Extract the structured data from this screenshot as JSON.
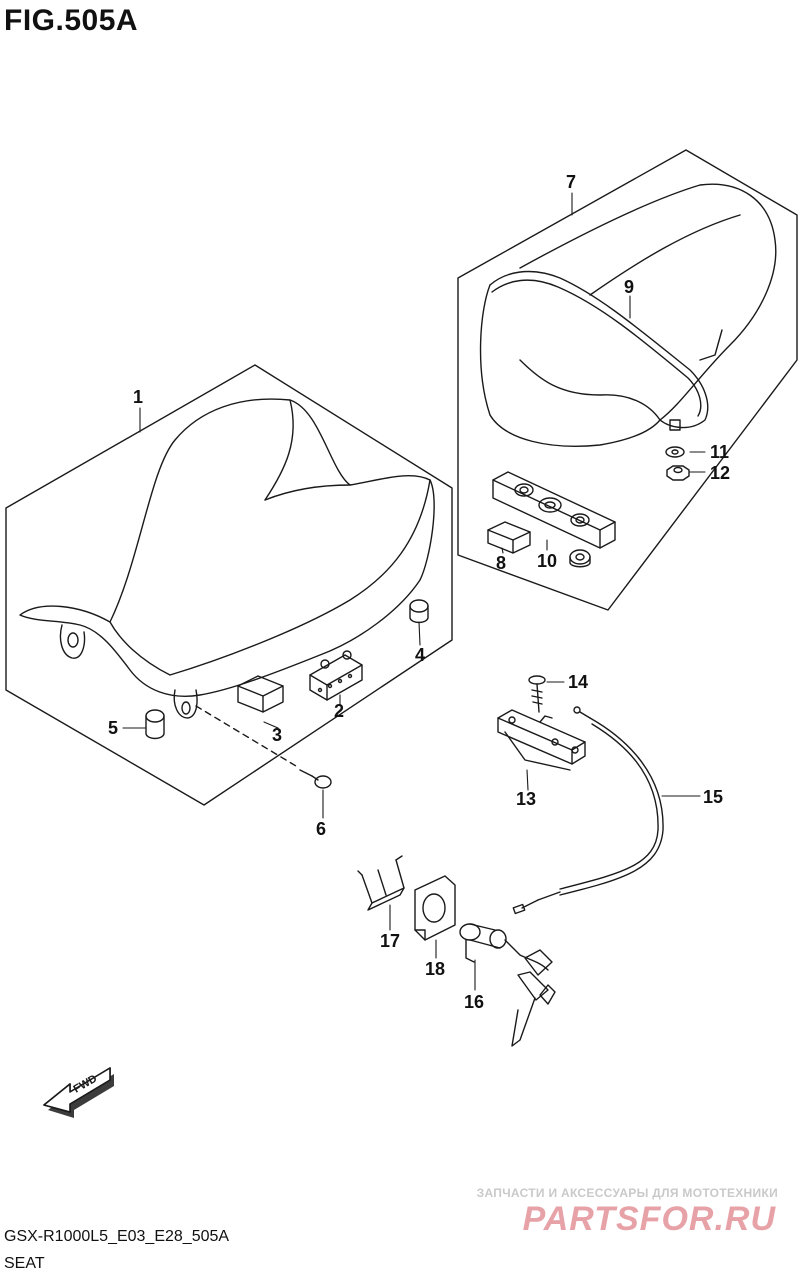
{
  "figure": {
    "title": "FIG.505A",
    "model_code": "GSX-R1000L5_E03_E28_505A",
    "section_name": "SEAT"
  },
  "direction_marker": {
    "label": "FWD",
    "icon": "fwd-arrow-icon"
  },
  "callouts": [
    "1",
    "2",
    "3",
    "4",
    "5",
    "6",
    "7",
    "8",
    "9",
    "10",
    "11",
    "12",
    "13",
    "14",
    "15",
    "16",
    "17",
    "18"
  ],
  "watermark": {
    "tagline": "ЗАПЧАСТИ И АКСЕССУАРЫ ДЛЯ МОТОТЕХНИКИ",
    "logo": "PARTSFOR.RU"
  },
  "colors": {
    "line": "#1a1a1a",
    "watermark_logo": "#e7a2a8",
    "watermark_text": "#c9c9c9"
  }
}
